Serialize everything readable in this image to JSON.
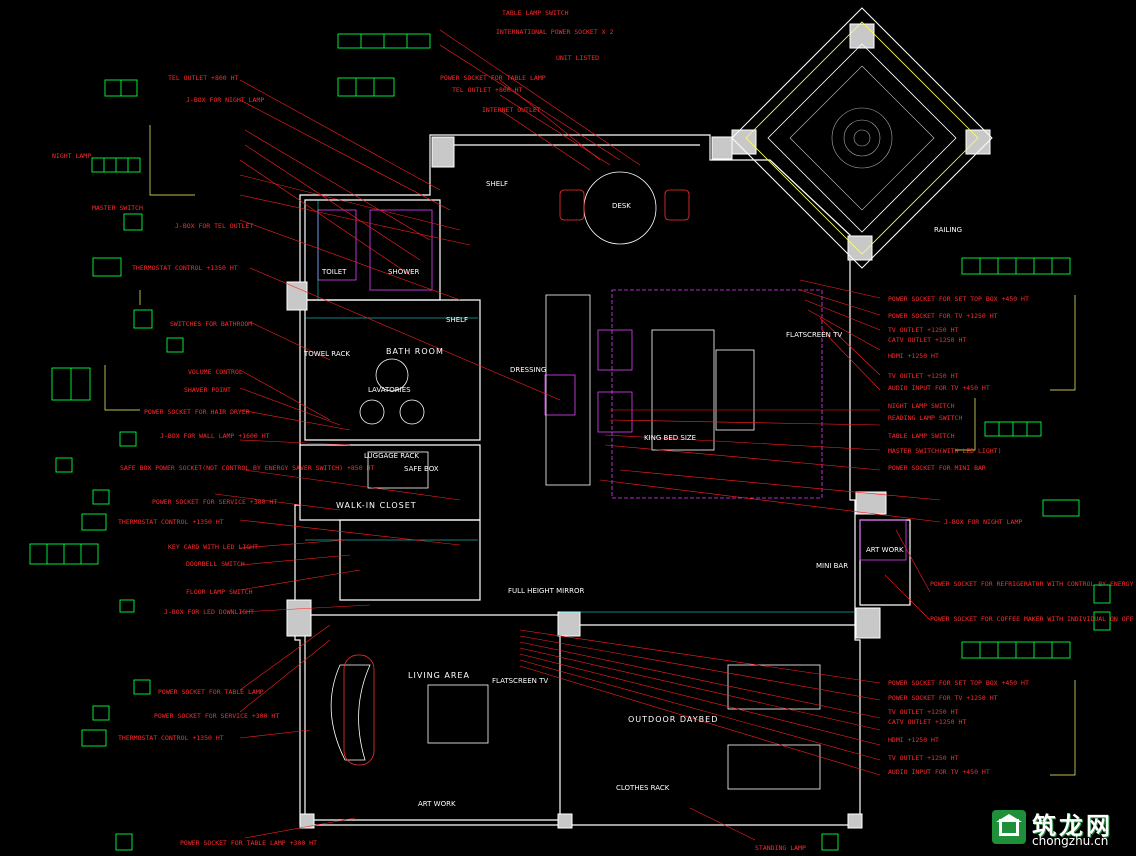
{
  "rooms": {
    "toilet": "TOILET",
    "shower": "SHOWER",
    "bath_room": "BATH ROOM",
    "towel_rack": "TOWEL RACK",
    "lavatories": "LAVATORIES",
    "walk_in_closet": "WALK-IN CLOSET",
    "dressing": "DRESSING",
    "living_area": "LIVING AREA",
    "outdoor_daybed": "OUTDOOR DAYBED",
    "full_height_mirror": "FULL HEIGHT MIRROR",
    "flatscreen_tv_top": "FLATSCREEN TV",
    "flatscreen_tv_bottom": "FLATSCREEN TV",
    "clothes_rack": "CLOTHES RACK",
    "shelf": "SHELF",
    "shelf2": "SHELF",
    "desk": "DESK",
    "luggage_rack": "LUGGAGE RACK",
    "safe_box": "SAFE BOX",
    "art_work": "ART WORK",
    "art_work2": "ART WORK",
    "king_bed": "KING BED SIZE",
    "railing": "RAILING",
    "mini_bar": "MINI BAR"
  },
  "labels_left": [
    "TEL OUTLET +800 HT",
    "J-BOX FOR NIGHT LAMP",
    "NIGHT LAMP",
    "MASTER SWITCH",
    "J-BOX FOR TEL OUTLET",
    "THERMOSTAT CONTROL +1350 HT",
    "SWITCHES FOR BATHROOM",
    "VOLUME CONTROL",
    "SHAVER POINT",
    "POWER SOCKET FOR HAIR DRYER",
    "J-BOX FOR WALL LAMP +1600 HT",
    "SAFE BOX POWER SOCKET(NOT CONTROL BY ENERGY SAVER SWITCH) +850 HT",
    "POWER SOCKET FOR SERVICE +300 HT",
    "THERMOSTAT CONTROL +1350 HT",
    "KEY CARD WITH LED LIGHT",
    "DOORBELL SWITCH",
    "FLOOR LAMP SWITCH",
    "J-BOX FOR LED DOWNLIGHT",
    "POWER SOCKET FOR TABLE LAMP",
    "POWER SOCKET FOR SERVICE +300 HT",
    "THERMOSTAT CONTROL +1350 HT",
    "POWER SOCKET FOR TABLE LAMP +300 HT"
  ],
  "labels_top": [
    "TABLE LAMP SWITCH",
    "INTERNATIONAL POWER SOCKET X 2",
    "UNIT LISTED",
    "POWER SOCKET FOR TABLE LAMP",
    "TEL OUTLET +800 HT",
    "INTERNET OUTLET"
  ],
  "labels_right": [
    "POWER SOCKET FOR SET TOP BOX +450 HT",
    "POWER SOCKET FOR TV +1250 HT",
    "TV OUTLET +1250 HT",
    "CATV OUTLET +1250 HT",
    "HDMI +1250 HT",
    "TV OUTLET +1250 HT",
    "AUDIO INPUT FOR TV +450 HT",
    "NIGHT LAMP SWITCH",
    "READING LAMP SWITCH",
    "TABLE LAMP SWITCH",
    "MASTER SWITCH(WITH LED LIGHT)",
    "POWER SOCKET FOR MINI BAR",
    "J-BOX FOR NIGHT LAMP",
    "POWER SOCKET FOR REFRIGERATOR WITH CONTROL BY ENERGY SAVER SWITCH",
    "POWER SOCKET FOR COFFEE MAKER WITH INDIVIDUAL ON OFF SWITCH",
    "POWER SOCKET FOR SET TOP BOX +450 HT",
    "POWER SOCKET FOR TV +1250 HT",
    "TV OUTLET +1250 HT",
    "CATV OUTLET +1250 HT",
    "HDMI +1250 HT",
    "TV OUTLET +1250 HT",
    "AUDIO INPUT FOR TV +450 HT"
  ],
  "label_bottom": "STANDING LAMP",
  "watermark": {
    "cn": "筑龙网",
    "en": "chongzhu.cn"
  },
  "colors": {
    "background": "#000000",
    "wall": "#ffffff",
    "leader": "#ff2020",
    "symbol": "#00ff40",
    "furniture": "#e040ff",
    "dimension": "#30ffff",
    "text_yellow": "#ffff66"
  }
}
